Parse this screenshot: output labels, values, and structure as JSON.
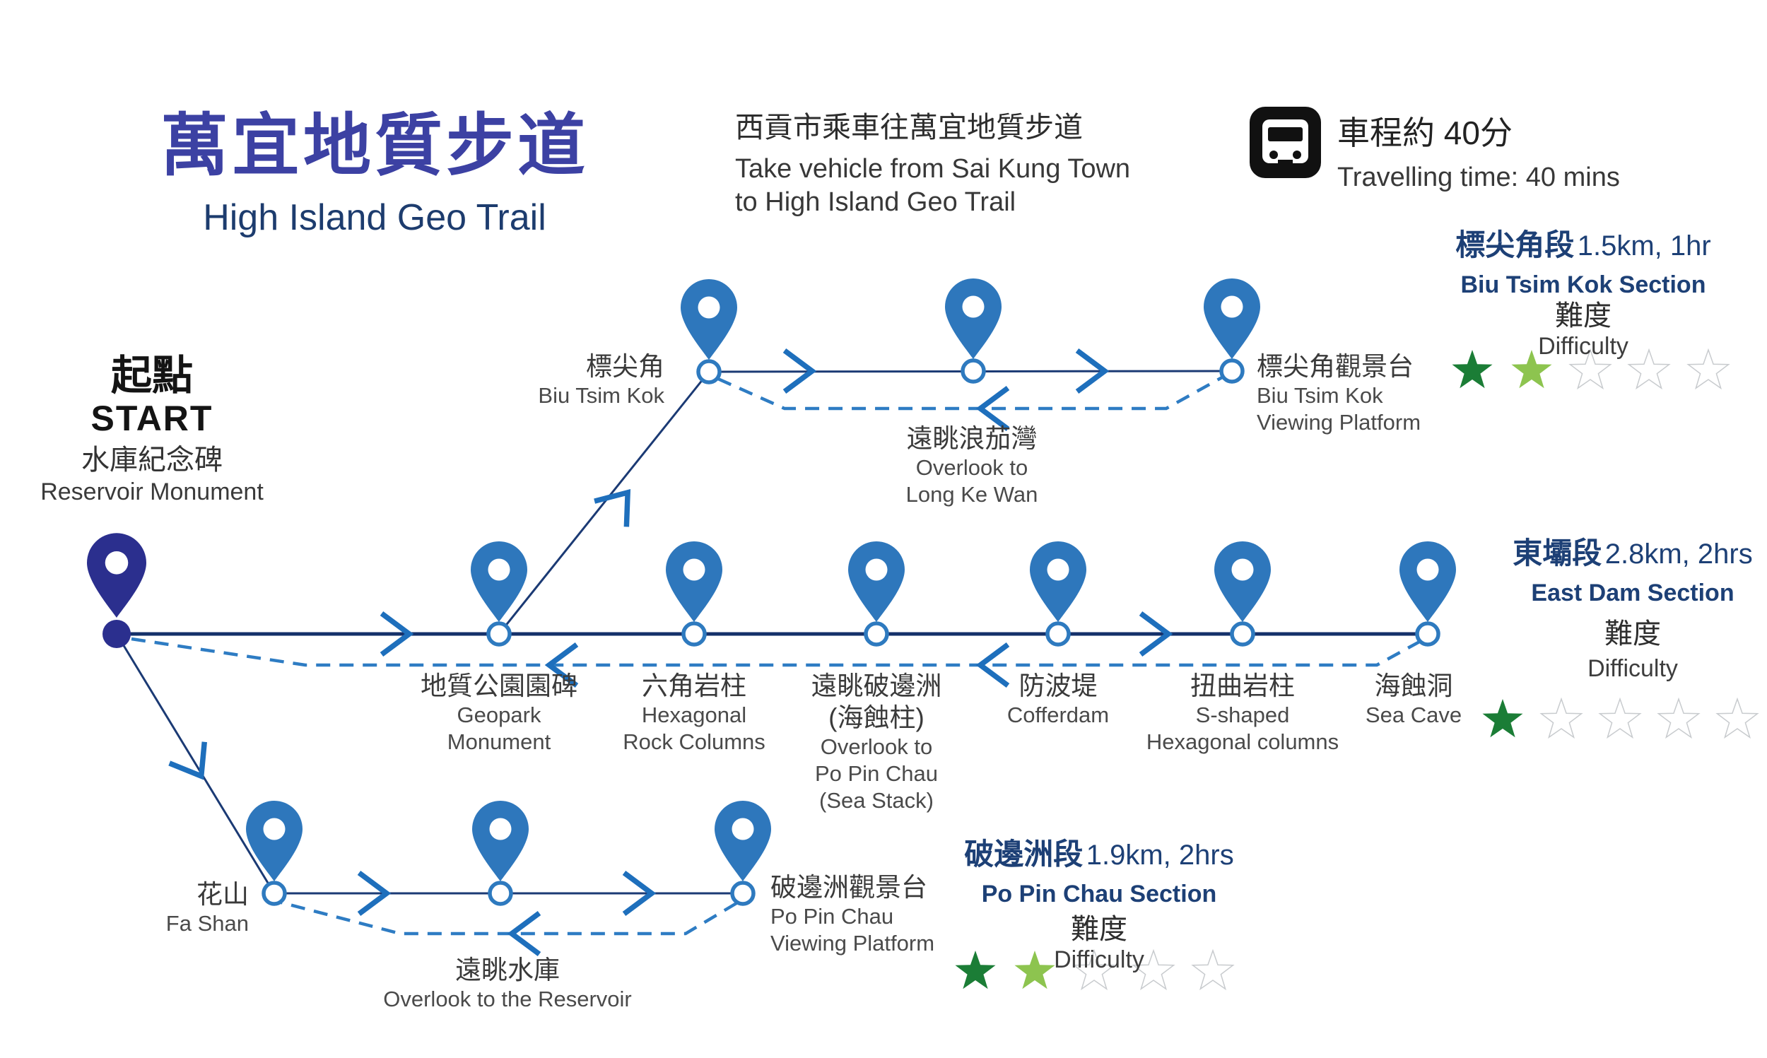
{
  "header": {
    "title_zh": "萬宜地質步道",
    "title_en": "High Island Geo Trail"
  },
  "transit": {
    "zh": "西貢市乘車往萬宜地質步道",
    "en1": "Take vehicle from Sai Kung Town",
    "en2": "to High Island Geo Trail"
  },
  "travel": {
    "icon": "bus-icon",
    "zh": "車程約 40分",
    "en": "Travelling time: 40 mins"
  },
  "start": {
    "zh": "起點",
    "en": "START",
    "place_zh": "水庫紀念碑",
    "place_en": "Reservoir Monument"
  },
  "sections": {
    "biu_tsim_kok": {
      "name_zh": "標尖角段",
      "stats": "1.5km, 1hr",
      "name_en": "Biu Tsim Kok Section",
      "difficulty_zh": "難度",
      "difficulty_en": "Difficulty",
      "rating": 2,
      "rating_max": 5
    },
    "east_dam": {
      "name_zh": "東壩段",
      "stats": "2.8km, 2hrs",
      "name_en": "East Dam Section",
      "difficulty_zh": "難度",
      "difficulty_en": "Difficulty",
      "rating": 1,
      "rating_max": 5
    },
    "po_pin_chau": {
      "name_zh": "破邊洲段",
      "stats": "1.9km, 2hrs",
      "name_en": "Po Pin Chau Section",
      "difficulty_zh": "難度",
      "difficulty_en": "Difficulty",
      "rating": 2,
      "rating_max": 5
    }
  },
  "stops": {
    "biu_tsim_kok": {
      "zh": "標尖角",
      "en1": "Biu Tsim Kok"
    },
    "long_ke_wan": {
      "zh": "遠眺浪茄灣",
      "en1": "Overlook to",
      "en2": "Long Ke Wan"
    },
    "biu_view": {
      "zh": "標尖角觀景台",
      "en1": "Biu Tsim Kok",
      "en2": "Viewing Platform"
    },
    "geopark": {
      "zh": "地質公園園碑",
      "en1": "Geopark",
      "en2": "Monument"
    },
    "hex": {
      "zh": "六角岩柱",
      "en1": "Hexagonal",
      "en2": "Rock Columns"
    },
    "po_pin_overlook": {
      "zh": "遠眺破邊洲",
      "zh2": "(海蝕柱)",
      "en1": "Overlook to",
      "en2": "Po Pin Chau",
      "en3": "(Sea Stack)"
    },
    "cofferdam": {
      "zh": "防波堤",
      "en1": "Cofferdam"
    },
    "s_shaped": {
      "zh": "扭曲岩柱",
      "en1": "S-shaped",
      "en2": "Hexagonal columns"
    },
    "sea_cave": {
      "zh": "海蝕洞",
      "en1": "Sea Cave"
    },
    "fa_shan": {
      "zh": "花山",
      "en1": "Fa Shan"
    },
    "reservoir_overlook": {
      "zh": "遠眺水庫",
      "en1": "Overlook to the Reservoir"
    },
    "po_pin_view": {
      "zh": "破邊洲觀景台",
      "en1": "Po Pin Chau",
      "en2": "Viewing Platform"
    }
  },
  "colors": {
    "title_indigo": "#3C41A3",
    "heading_navy": "#1D4076",
    "pin_blue": "#2E77BC",
    "pin_indigo": "#2B2F8E",
    "line_navy": "#14306A",
    "dashed_blue": "#2E7CC3",
    "arrow_blue": "#1E6FBC",
    "star_dark_green": "#1B7D36",
    "star_light_green": "#8DC44F",
    "star_outline": "#C8CBCE",
    "bus_icon_black": "#111111"
  }
}
